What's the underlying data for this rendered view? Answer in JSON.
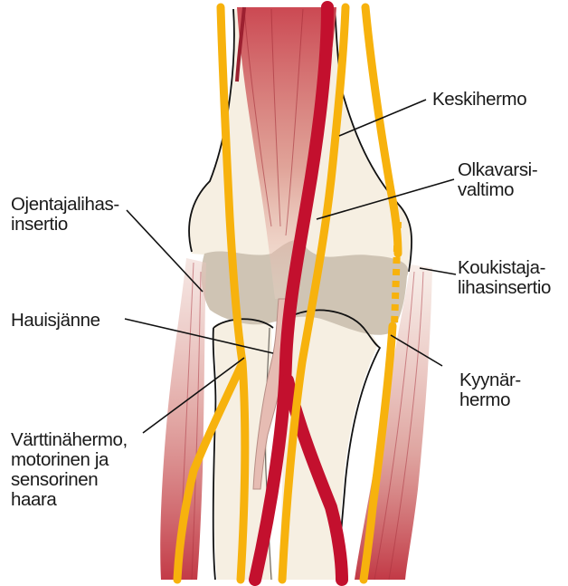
{
  "labels": {
    "median_nerve": "Keskihermo",
    "brachial_artery": [
      "Olkavarsi-",
      "valtimo"
    ],
    "extensor_insertion": [
      "Ojentajalihas-",
      "insertio"
    ],
    "flexor_insertion": [
      "Koukistaja-",
      "lihasinsertio"
    ],
    "biceps_tendon": "Hauisjänne",
    "ulnar_nerve": [
      "Kyynär-",
      "hermo"
    ],
    "radial_nerve": [
      "Värttinähermo,",
      "motorinen ja",
      "sensorinen",
      "haara"
    ]
  },
  "colors": {
    "bone": "#f6efe2",
    "cartilage": "#cdc2b3",
    "muscle": "#c23a45",
    "artery": "#c3102e",
    "nerve": "#f7b20d",
    "outline": "#111111"
  }
}
